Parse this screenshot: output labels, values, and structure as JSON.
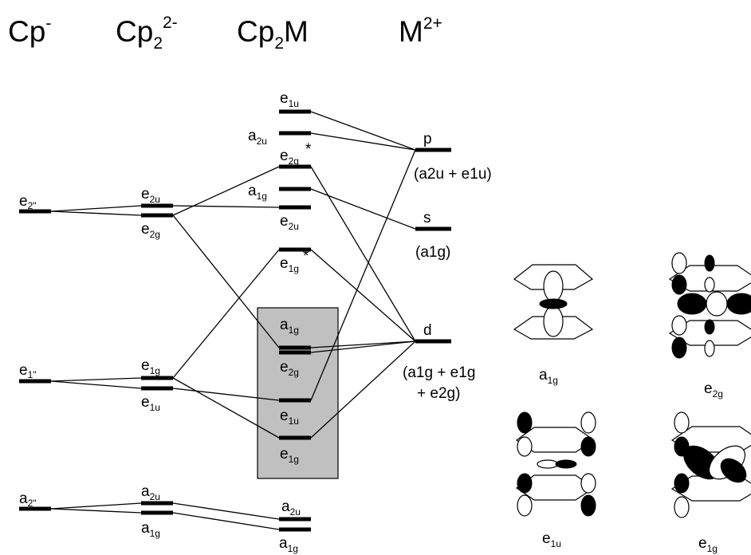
{
  "columns": [
    {
      "base": "Cp",
      "sub": "",
      "sup": "-"
    },
    {
      "base": "Cp",
      "sub": "2",
      "sup": "2-"
    },
    {
      "base": "Cp",
      "sub": "2",
      "sup": "",
      "tail": "M"
    },
    {
      "base": "M",
      "sub": "",
      "sup": "2+"
    }
  ],
  "cp_levels": [
    {
      "base": "e",
      "sub": "",
      "suffix": "2\""
    },
    {
      "base": "e",
      "sub": "",
      "suffix": "1\""
    },
    {
      "base": "a",
      "sub": "",
      "suffix": "2\""
    }
  ],
  "cp2_levels": [
    {
      "base": "e",
      "sub": "2u"
    },
    {
      "base": "e",
      "sub": "2g"
    },
    {
      "base": "e",
      "sub": "1g"
    },
    {
      "base": "e",
      "sub": "1u"
    },
    {
      "base": "a",
      "sub": "2u"
    },
    {
      "base": "a",
      "sub": "1g"
    }
  ],
  "complex_levels": [
    {
      "base": "e",
      "sub": "1u",
      "suffix": ""
    },
    {
      "base": "a",
      "sub": "2u",
      "suffix": ""
    },
    {
      "base": "e",
      "sub": "2g",
      "suffix": "*"
    },
    {
      "base": "a",
      "sub": "1g",
      "suffix": ""
    },
    {
      "base": "e",
      "sub": "2u",
      "suffix": ""
    },
    {
      "base": "e",
      "sub": "1g",
      "suffix": "*"
    },
    {
      "base": "a",
      "sub": "1g",
      "suffix": ""
    },
    {
      "base": "e",
      "sub": "2g",
      "suffix": ""
    },
    {
      "base": "e",
      "sub": "1u",
      "suffix": ""
    },
    {
      "base": "e",
      "sub": "1g",
      "suffix": ""
    },
    {
      "base": "a",
      "sub": "2u",
      "suffix": ""
    },
    {
      "base": "a",
      "sub": "1g",
      "suffix": ""
    }
  ],
  "metal_levels": [
    {
      "name": "p",
      "sym": "(a2u + e1u)"
    },
    {
      "name": "s",
      "sym": "(a1g)"
    },
    {
      "name": "d",
      "sym_line1": "(a1g + e1g",
      "sym_line2": "+ e2g)"
    }
  ],
  "orbital_labels": [
    {
      "base": "a",
      "sub": "1g"
    },
    {
      "base": "e",
      "sub": "2g"
    },
    {
      "base": "e",
      "sub": "1u"
    },
    {
      "base": "e",
      "sub": "1g"
    }
  ]
}
